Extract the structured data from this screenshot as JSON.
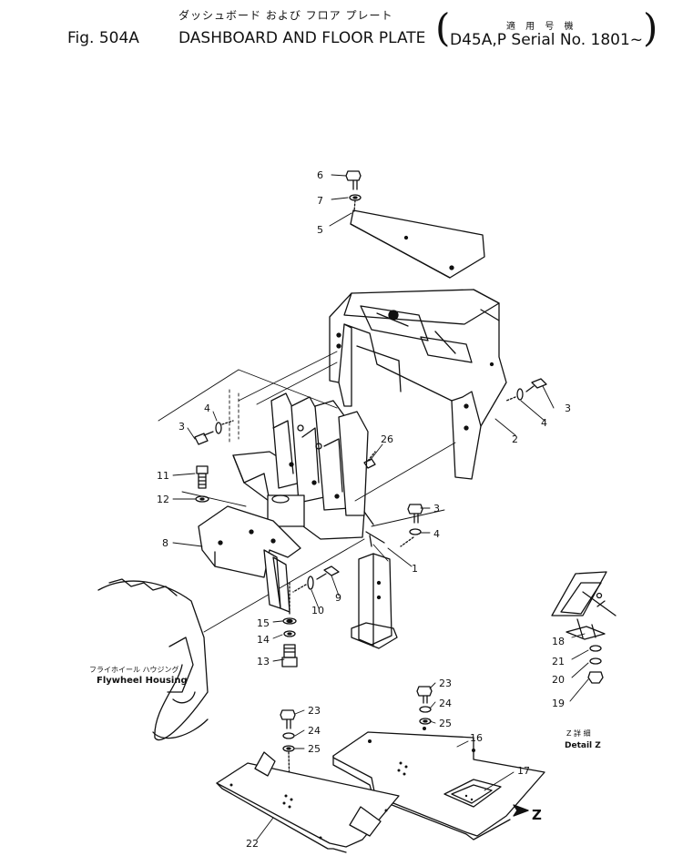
{
  "header": {
    "title_jp": "ダッシュボード および フロア プレート",
    "fig_no": "Fig. 504A",
    "title_en": "DASHBOARD AND FLOOR PLATE",
    "applicable_jp": "適 用 号 機",
    "serial": "D45A,P Serial No. 1801~"
  },
  "captions": {
    "flywheel_jp": "フライホイール ハウジング",
    "flywheel_en": "Flywheel Housing",
    "detail_jp": "Z 詳 細",
    "detail_en": "Detail Z",
    "arrow_z": "Z"
  },
  "callouts": {
    "p1": "1",
    "p2": "2",
    "p3a": "3",
    "p3b": "3",
    "p3c": "3",
    "p4a": "4",
    "p4b": "4",
    "p4c": "4",
    "p5": "5",
    "p6": "6",
    "p7": "7",
    "p8": "8",
    "p9": "9",
    "p10": "10",
    "p11": "11",
    "p12": "12",
    "p13": "13",
    "p14": "14",
    "p15": "15",
    "p16": "16",
    "p17": "17",
    "p18": "18",
    "p19": "19",
    "p20": "20",
    "p21": "21",
    "p22": "22",
    "p23a": "23",
    "p23b": "23",
    "p24a": "24",
    "p24b": "24",
    "p25a": "25",
    "p25b": "25",
    "p26": "26"
  }
}
